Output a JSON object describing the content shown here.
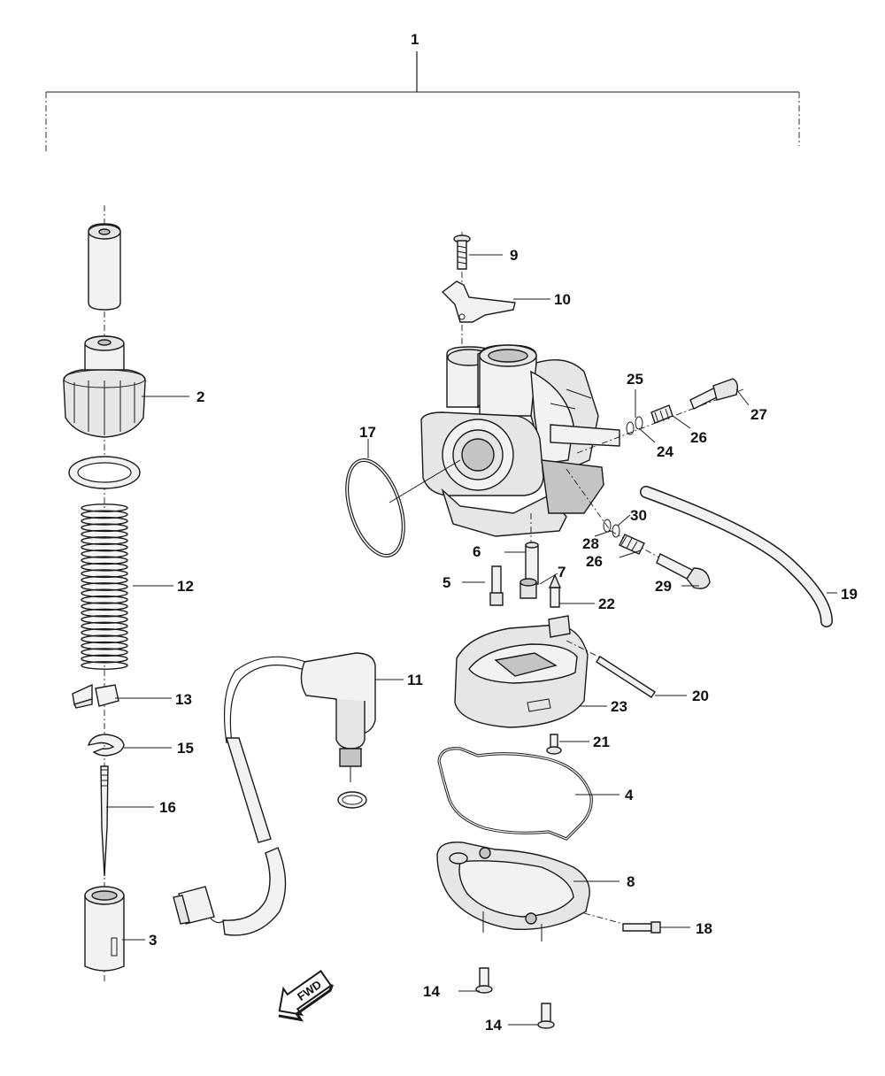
{
  "diagram": {
    "callouts": {
      "c1": "1",
      "c2": "2",
      "c3": "3",
      "c4": "4",
      "c5": "5",
      "c6": "6",
      "c7": "7",
      "c8": "8",
      "c9": "9",
      "c10": "10",
      "c11": "11",
      "c12": "12",
      "c13": "13",
      "c14a": "14",
      "c14b": "14",
      "c15": "15",
      "c16": "16",
      "c17": "17",
      "c18": "18",
      "c19": "19",
      "c20": "20",
      "c21": "21",
      "c22": "22",
      "c23": "23",
      "c24": "24",
      "c25": "25",
      "c26a": "26",
      "c26b": "26",
      "c27": "27",
      "c28": "28",
      "c29": "29",
      "c30": "30"
    },
    "direction_label": "FWD"
  }
}
